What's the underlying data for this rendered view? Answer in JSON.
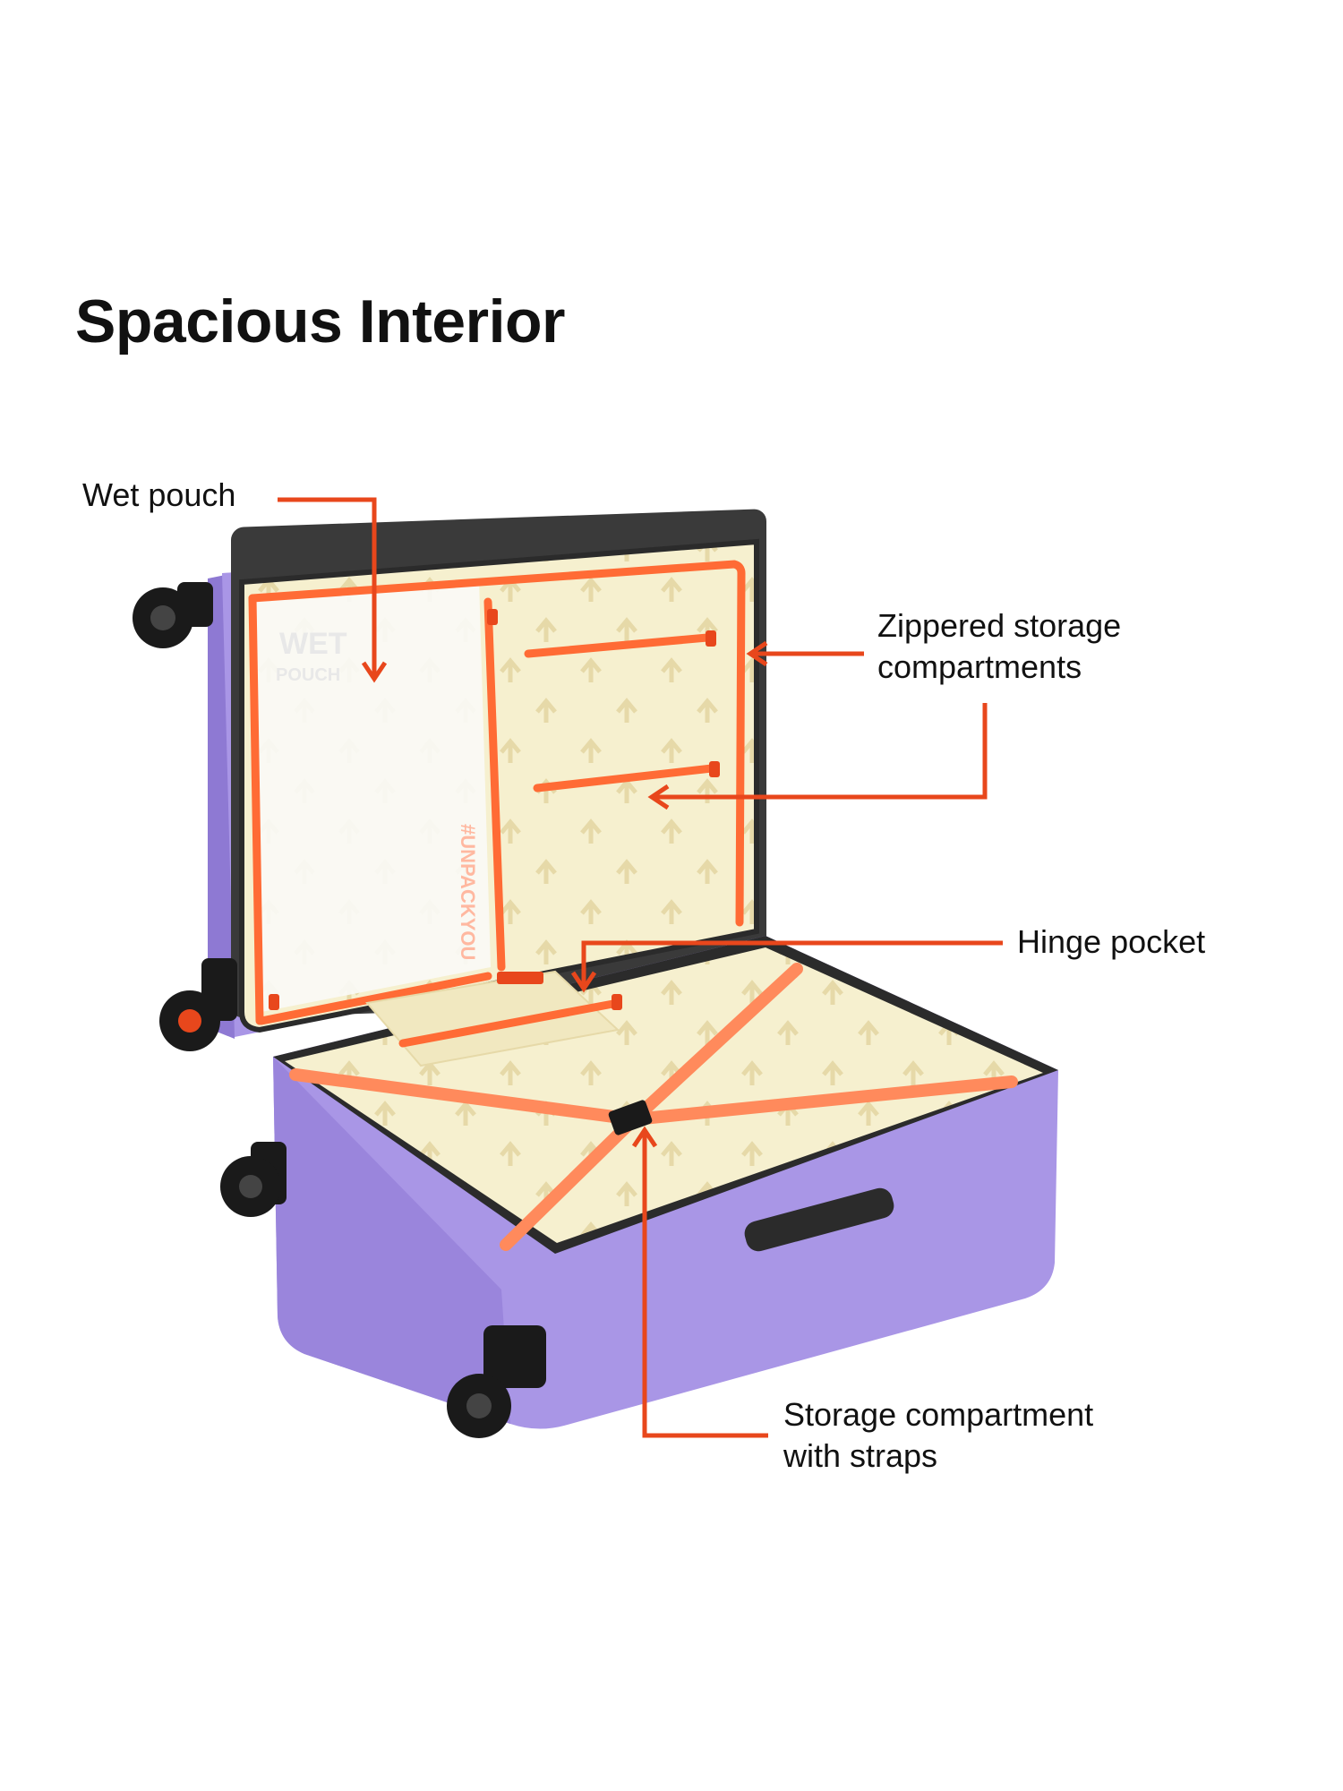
{
  "title": "Spacious Interior",
  "callouts": {
    "wet_pouch": "Wet pouch",
    "zippered_line1": "Zippered storage",
    "zippered_line2": "compartments",
    "hinge_pocket": "Hinge pocket",
    "storage_line1": "Storage compartment",
    "storage_line2": "with straps"
  },
  "pouch": {
    "word1": "WET",
    "word2": "POUCH",
    "hashtag": "#UNPACKYOU"
  },
  "colors": {
    "callout_line": "#E8471C",
    "shell": "#A996E6",
    "shell_dark": "#8E79D3",
    "lining": "#F6F0CF",
    "zipper": "#FF6B35",
    "strap": "#FF8A5C",
    "wheel": "#1A1A1A",
    "text": "#111111"
  }
}
